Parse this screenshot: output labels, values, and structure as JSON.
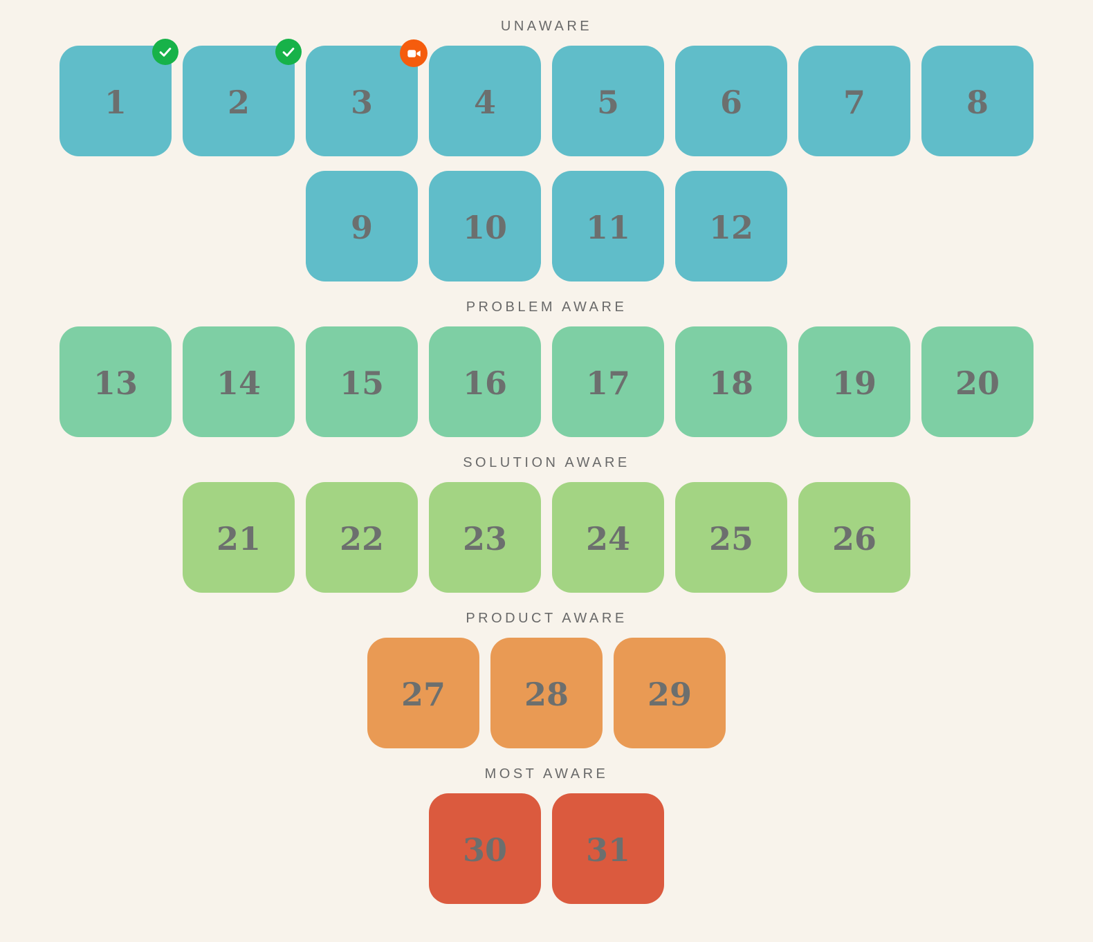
{
  "background": "#f8f3eb",
  "text_colors": {
    "number_color": "#6c6f6e",
    "header_color": "#696969"
  },
  "badges": {
    "check": {
      "icon": "check-icon",
      "color": "#17b249"
    },
    "video": {
      "icon": "video-camera-icon",
      "color": "#f55c0d"
    }
  },
  "sections": [
    {
      "label": "UNAWARE",
      "tile_color": "#60bdc9",
      "rows": [
        [
          {
            "num": "1",
            "badge": "check"
          },
          {
            "num": "2",
            "badge": "check"
          },
          {
            "num": "3",
            "badge": "video"
          },
          {
            "num": "4"
          },
          {
            "num": "5"
          },
          {
            "num": "6"
          },
          {
            "num": "7"
          },
          {
            "num": "8"
          }
        ],
        [
          {
            "num": "9"
          },
          {
            "num": "10"
          },
          {
            "num": "11"
          },
          {
            "num": "12"
          }
        ]
      ]
    },
    {
      "label": "PROBLEM AWARE",
      "tile_color": "#7ecfa4",
      "rows": [
        [
          {
            "num": "13"
          },
          {
            "num": "14"
          },
          {
            "num": "15"
          },
          {
            "num": "16"
          },
          {
            "num": "17"
          },
          {
            "num": "18"
          },
          {
            "num": "19"
          },
          {
            "num": "20"
          }
        ]
      ]
    },
    {
      "label": "SOLUTION AWARE",
      "tile_color": "#a3d483",
      "rows": [
        [
          {
            "num": "21"
          },
          {
            "num": "22"
          },
          {
            "num": "23"
          },
          {
            "num": "24"
          },
          {
            "num": "25"
          },
          {
            "num": "26"
          }
        ]
      ]
    },
    {
      "label": "PRODUCT AWARE",
      "tile_color": "#e99a54",
      "rows": [
        [
          {
            "num": "27"
          },
          {
            "num": "28"
          },
          {
            "num": "29"
          }
        ]
      ]
    },
    {
      "label": "MOST AWARE",
      "tile_color": "#db5a3e",
      "rows": [
        [
          {
            "num": "30"
          },
          {
            "num": "31"
          }
        ]
      ]
    }
  ]
}
